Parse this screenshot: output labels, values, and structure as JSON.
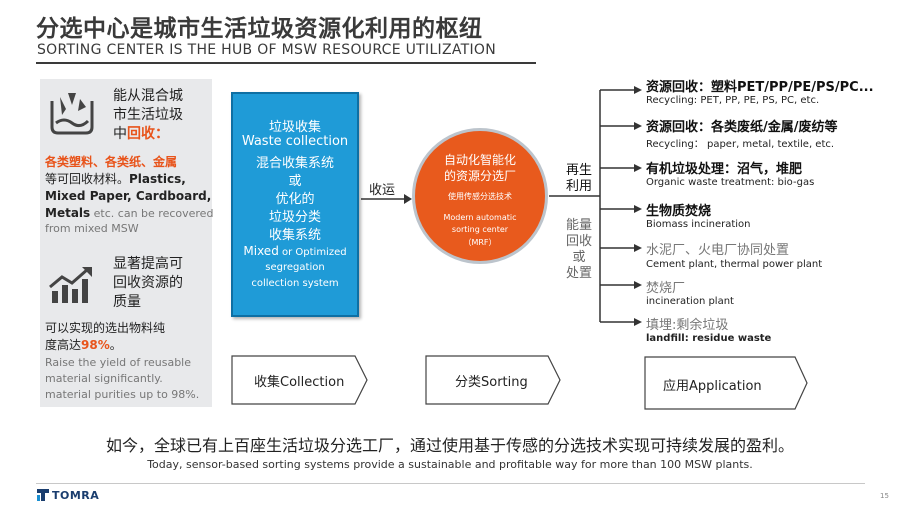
{
  "header": {
    "title_cn": "分选中心是城市生活垃圾资源化利用的枢纽",
    "title_en": "SORTING CENTER IS THE HUB OF MSW RESOURCE UTILIZATION"
  },
  "left_panel": {
    "block1_cn_1": "能从混合城",
    "block1_cn_2": "市生活垃圾",
    "block1_cn_3a": "中",
    "block1_cn_3b": "回收：",
    "block1_orange": "各类塑料、各类纸、金属",
    "block1_cn_4a": "等可回收材料。",
    "block1_en_1": "Plastics,",
    "block1_en_2": "Mixed Paper, Cardboard,",
    "block1_en_3a": "Metals",
    "block1_en_3b": " etc. can be recovered",
    "block1_en_4": "from mixed MSW",
    "block2_cn_1": "显著提高可",
    "block2_cn_2": "回收资源的",
    "block2_cn_3": "质量",
    "block2_cn_4": "可以实现的选出物料纯",
    "block2_cn_5a": "度高达",
    "block2_cn_5b": "98%",
    "block2_cn_5c": "。",
    "block2_en_1": "Raise the yield of reusable",
    "block2_en_2": "material significantly.",
    "block2_en_3": "material purities up to 98%."
  },
  "blue_box": {
    "l1": "垃圾收集",
    "l2": "Waste collection",
    "l3": "混合收集系统",
    "l4": "或",
    "l5": "优化的",
    "l6": "垃圾分类",
    "l7": "收集系统",
    "l8a": "Mixed",
    "l8b": " or Optimized",
    "l9": "segregation",
    "l10": "collection system"
  },
  "transport_label": "收运",
  "circle": {
    "l1": "自动化智能化",
    "l2": "的资源分选厂",
    "l3": "使用传感分选技术",
    "l4": "Modern automatic",
    "l5": "sorting center",
    "l6": "（MRF）"
  },
  "mid_labels": {
    "recycle_1": "再生",
    "recycle_2": "利用",
    "energy_1": "能量",
    "energy_2": "回收",
    "energy_3": "或",
    "energy_4": "处置"
  },
  "right_list": [
    {
      "cn": "资源回收：塑料PET/PP/PE/PS/PC...",
      "en": "Recycling: PET, PP, PE, PS, PC, etc."
    },
    {
      "cn": "资源回收：各类废纸/金属/废纺等",
      "en": "Recycling： paper, metal, textile, etc."
    },
    {
      "cn": "有机垃圾处理：沼气，堆肥",
      "en": "Organic waste treatment: bio-gas"
    },
    {
      "cn": "生物质焚烧",
      "en": "Biomass incineration"
    },
    {
      "cn": "水泥厂、火电厂协同处置",
      "en": "Cement plant, thermal power plant"
    },
    {
      "cn": "焚烧厂",
      "en": "incineration plant"
    },
    {
      "cn": "填埋:剩余垃圾",
      "en": "landfill: residue waste"
    }
  ],
  "steps": {
    "collection": "收集Collection",
    "sorting": "分类Sorting",
    "application": "应用Application"
  },
  "bottom": {
    "cn": "如今，全球已有上百座生活垃圾分选工厂，通过使用基于传感的分选技术实现可持续发展的盈利。",
    "en": "Today, sensor-based sorting systems provide a sustainable and profitable way for more than 100 MSW plants."
  },
  "footer": {
    "logo_text": "TOMRA",
    "page_number": "15"
  },
  "colors": {
    "orange": "#e8541b",
    "blue": "#1f9bd7",
    "panel_grey": "#e8e9eb"
  }
}
